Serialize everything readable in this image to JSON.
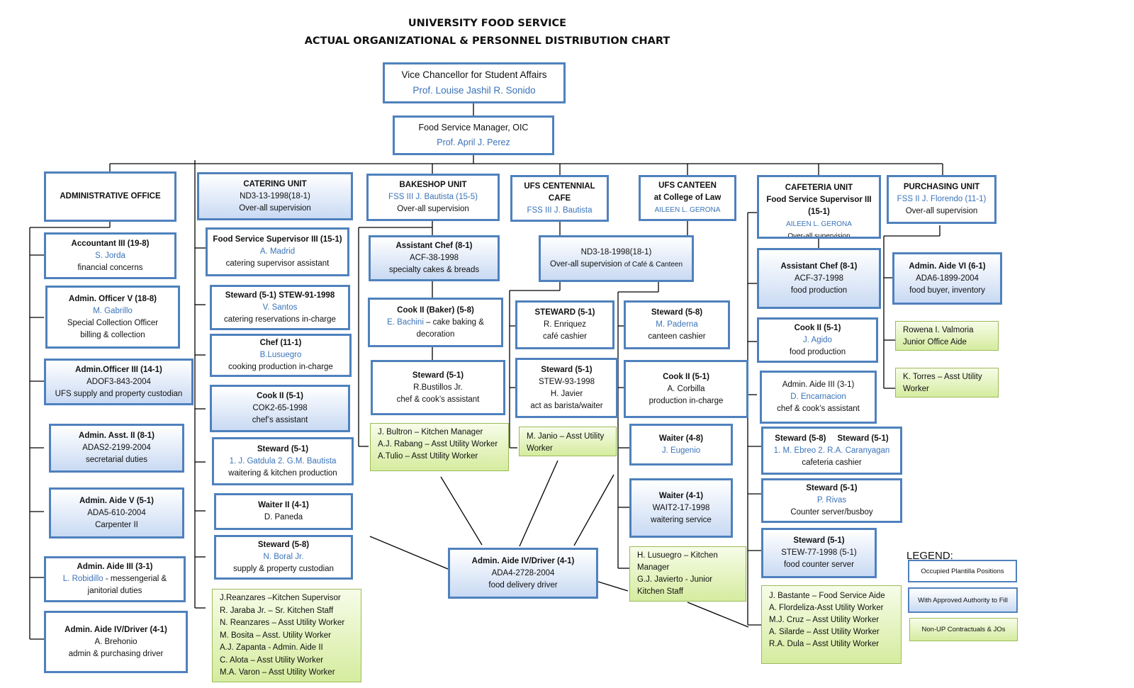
{
  "title": {
    "line1": "UNIVERSITY FOOD SERVICE",
    "line2": "ACTUAL ORGANIZATIONAL & PERSONNEL DISTRIBUTION CHART"
  },
  "vc": {
    "role": "Vice Chancellor for Student Affairs",
    "name": "Prof. Louise Jashil R. Sonido"
  },
  "fsm": {
    "role": "Food Service Manager, OIC",
    "name": "Prof. April J. Perez"
  },
  "units": {
    "admin": {
      "title": "ADMINISTRATIVE OFFICE"
    },
    "catering": {
      "title": "CATERING UNIT",
      "line2": "ND3-13-1998(18-1)",
      "line3": "Over-all supervision"
    },
    "bakeshop": {
      "title": "BAKESHOP UNIT",
      "name": "FSS III J. Bautista (15-5)",
      "line3": "Over-all supervision"
    },
    "centennial": {
      "title": "UFS CENTENNIAL",
      "title2": "CAFE",
      "name": "FSS III J. Bautista"
    },
    "canteen": {
      "title": "UFS CANTEEN",
      "title2": "at College of Law",
      "name": "AILEEN L. GERONA"
    },
    "cafeteria": {
      "title": "CAFETERIA UNIT",
      "title2": "Food Service Supervisor III",
      "title3": "(15-1)",
      "name": "AILEEN L. GERONA",
      "line5": "Over-all supervision"
    },
    "purchasing": {
      "title": "PURCHASING UNIT",
      "name": "FSS II J. Florendo (11-1)",
      "line3": "Over-all supervision"
    }
  },
  "admin_staff": [
    {
      "role": "Accountant III (19-8)",
      "name": "S. Jorda",
      "desc": "financial concerns"
    },
    {
      "role": "Admin. Officer V (18-8)",
      "name": "M. Gabrillo",
      "desc": "Special Collection Officer",
      "desc2": "billing & collection"
    },
    {
      "role": "Admin.Officer III (14-1)",
      "desc": "ADOF3-843-2004",
      "desc2": "UFS supply and property custodian"
    },
    {
      "role": "Admin. Asst. II (8-1)",
      "desc": "ADAS2-2199-2004",
      "desc2": "secretarial duties"
    },
    {
      "role": "Admin. Aide V (5-1)",
      "desc": "ADA5-610-2004",
      "desc2": "Carpenter II"
    },
    {
      "role": "Admin. Aide III (3-1)",
      "name": "L. Robidillo",
      "name_suffix": " - messengerial &",
      "desc": "janitorial duties"
    },
    {
      "role": "Admin. Aide IV/Driver (4-1)",
      "desc": "A. Brehonio",
      "desc2": "admin & purchasing driver"
    }
  ],
  "catering_staff": [
    {
      "role": "Food Service Supervisor III (15-1)",
      "name": "A. Madrid",
      "desc": "catering supervisor assistant"
    },
    {
      "role": "Steward (5-1) STEW-91-1998",
      "name": "V. Santos",
      "desc": "catering reservations in-charge"
    },
    {
      "role": "Chef (11-1)",
      "name": "B.Lusuegro",
      "desc": "cooking production in-charge"
    },
    {
      "role": "Cook II (5-1)",
      "desc": "COK2-65-1998",
      "desc2": "chef’s assistant"
    },
    {
      "role": "Steward (5-1)",
      "name": "1. J. Gatdula 2. G.M. Bautista",
      "desc": "waitering  & kitchen production"
    },
    {
      "role": "Waiter II (4-1)",
      "desc": "D. Paneda"
    },
    {
      "role": "Steward (5-8)",
      "name": "N. Boral  Jr.",
      "desc": "supply & property  custodian"
    }
  ],
  "catering_green": [
    "J.Reanzares –Kitchen Supervisor",
    "R. Jaraba Jr. – Sr. Kitchen Staff",
    "N. Reanzares – Asst Utility Worker",
    "M. Bosita – Asst. Utility Worker",
    "A.J. Zapanta - Admin. Aide II",
    "C. Alota – Asst Utility Worker",
    "M.A. Varon – Asst Utility Worker"
  ],
  "bakeshop_staff": [
    {
      "role": "Assistant Chef (8-1)",
      "desc": "ACF-38-1998",
      "desc2": "specialty cakes & breads"
    },
    {
      "role": "Cook II (Baker) (5-8)",
      "name": "E. Bachini",
      "name_suffix": " – cake baking &",
      "desc": "decoration"
    },
    {
      "role": "Steward (5-1)",
      "desc": "R.Bustillos Jr.",
      "desc2": "chef & cook’s  assistant"
    }
  ],
  "bakeshop_green": [
    "J. Bultron – Kitchen Manager",
    "A.J. Rabang – Asst Utility Worker",
    "A.Tulio – Asst Utility Worker"
  ],
  "cafe_canteen_sup": {
    "line1": "ND3-18-1998(18-1)",
    "line2a": "Over-all supervision ",
    "line2b": "of Café & Canteen"
  },
  "centennial_staff": [
    {
      "role": "STEWARD (5-1)",
      "desc": "R. Enriquez",
      "desc2": "café cashier"
    },
    {
      "role": "Steward (5-1)",
      "desc": "STEW-93-1998",
      "desc2": "H. Javier",
      "desc3": "act as barista/waiter"
    }
  ],
  "centennial_green": [
    "M. Janio – Asst Utility",
    "Worker"
  ],
  "canteen_staff": [
    {
      "role": "Steward (5-8)",
      "name": "M. Paderna",
      "desc": "canteen cashier"
    },
    {
      "role": "Cook II (5-1)",
      "desc": "A. Corbilla",
      "desc2": "production in-charge"
    },
    {
      "role": "Waiter (4-8)",
      "name": "J. Eugenio"
    },
    {
      "role": "Waiter (4-1)",
      "desc": "WAIT2-17-1998",
      "desc2": "waitering service"
    }
  ],
  "canteen_green": [
    "H. Lusuegro – Kitchen",
    "Manager",
    "G.J. Javierto - Junior",
    "Kitchen Staff"
  ],
  "driver": {
    "role": "Admin. Aide IV/Driver (4-1)",
    "desc": "ADA4-2728-2004",
    "desc2": "food delivery driver"
  },
  "cafeteria_staff": [
    {
      "role": "Assistant Chef (8-1)",
      "desc": "ACF-37-1998",
      "desc2": "food production"
    },
    {
      "role": "Cook II (5-1)",
      "name": "J. Agido",
      "desc": "food production"
    },
    {
      "role": "Admin. Aide III (3-1)",
      "name": "D. Encarnacion",
      "desc": "chef & cook’s assistant"
    },
    {
      "role": "Steward (5-8)     Steward (5-1)",
      "name": "1. M. Ebreo 2. R.A. Caranyagan",
      "desc": "cafeteria cashier"
    },
    {
      "role": "Steward (5-1)",
      "name": "P. Rivas",
      "desc": "Counter server/busboy"
    },
    {
      "role": "Steward (5-1)",
      "desc": "STEW-77-1998 (5-1)",
      "desc2": "food counter server"
    }
  ],
  "cafeteria_green": [
    "J. Bastante – Food Service Aide",
    "A. Flordeliza-Asst Utility Worker",
    "M.J. Cruz – Asst Utility Worker",
    "A. Silarde – Asst Utility Worker",
    "R.A. Dula – Asst Utility Worker"
  ],
  "purchasing_staff": [
    {
      "role": "Admin. Aide VI (6-1)",
      "desc": "ADA6-1899-2004",
      "desc2": "food buyer, inventory"
    }
  ],
  "purchasing_green": [
    [
      "Rowena I. Valmoria",
      "Junior Office Aide"
    ],
    [
      "K. Torres – Asst Utility",
      "Worker"
    ]
  ],
  "legend": {
    "title": "LEGEND:",
    "occupied": "Occupied Plantilla Positions",
    "approved": "With Approved Authority to Fill",
    "nonup": "Non-UP Contractuals & JOs"
  },
  "colors": {
    "border": "#4f81bd",
    "name_text": "#3a73b8",
    "green_border": "#9bbb59",
    "green_fill": "#d5ec9f",
    "blue_fill": "#c9daf3"
  }
}
